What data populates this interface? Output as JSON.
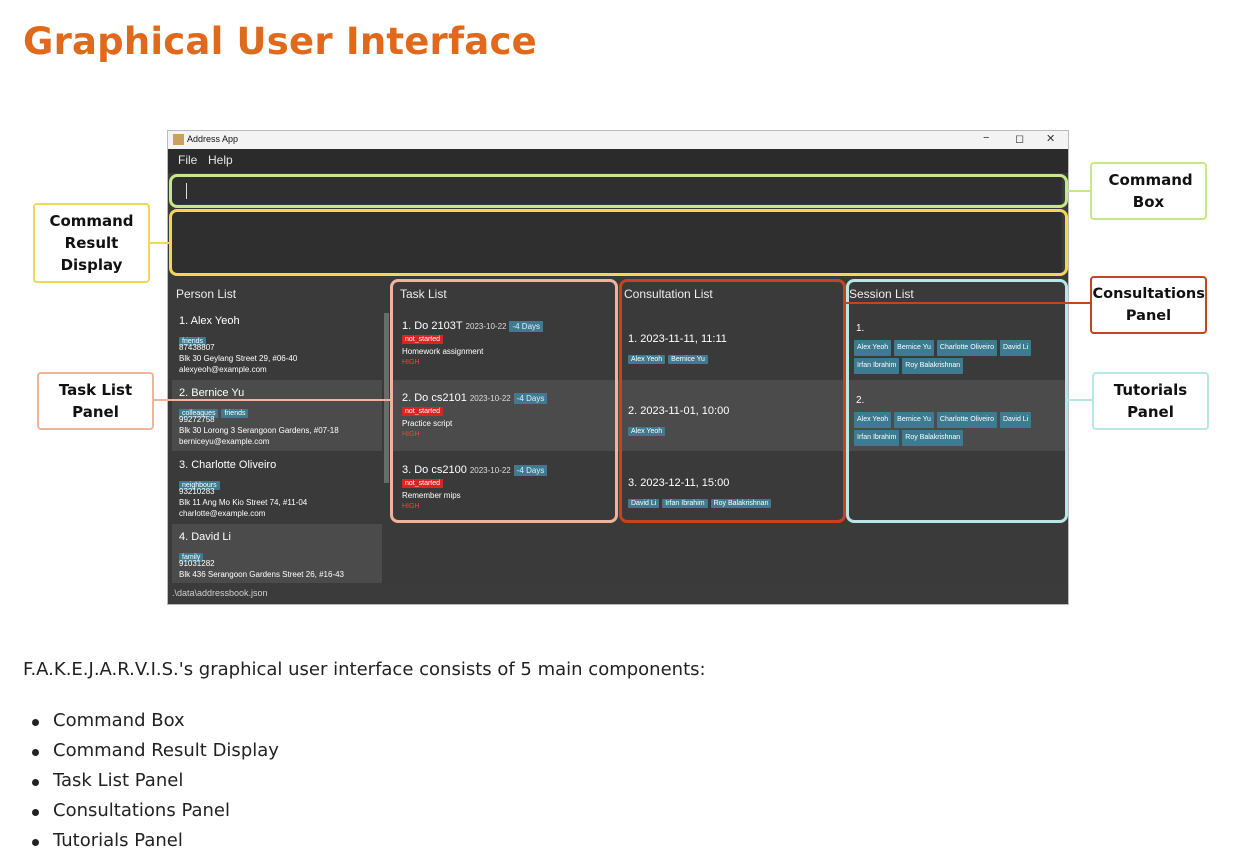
{
  "heading": "Graphical User Interface",
  "app": {
    "title": "Address App",
    "window_controls": {
      "minimize": "−",
      "maximize": "◻",
      "close": "✕"
    },
    "menu": [
      "File",
      "Help"
    ],
    "status_bar": ".\\data\\addressbook.json",
    "columns": {
      "person": "Person List",
      "task": "Task List",
      "consultation": "Consultation List",
      "session": "Session List"
    },
    "persons": [
      {
        "name": "1.  Alex Yeoh",
        "tags": [
          "friends"
        ],
        "phone": "87438807",
        "address": "Blk 30 Geylang Street 29, #06-40",
        "email": "alexyeoh@example.com"
      },
      {
        "name": "2.  Bernice Yu",
        "tags": [
          "colleagues",
          "friends"
        ],
        "phone": "99272758",
        "address": "Blk 30 Lorong 3 Serangoon Gardens, #07-18",
        "email": "berniceyu@example.com"
      },
      {
        "name": "3.  Charlotte Oliveiro",
        "tags": [
          "neighbours"
        ],
        "phone": "93210283",
        "address": "Blk 11 Ang Mo Kio Street 74, #11-04",
        "email": "charlotte@example.com"
      },
      {
        "name": "4.  David Li",
        "tags": [
          "family"
        ],
        "phone": "91031282",
        "address": "Blk 436 Serangoon Gardens Street 26, #16-43",
        "email": ""
      }
    ],
    "tasks": [
      {
        "title": "1.  Do 2103T",
        "date": "2023-10-22",
        "days": "-4 Days",
        "status": "not_started",
        "desc": "Homework assignment",
        "priority": "HIGH"
      },
      {
        "title": "2.  Do cs2101",
        "date": "2023-10-22",
        "days": "-4 Days",
        "status": "not_started",
        "desc": "Practice script",
        "priority": "HIGH"
      },
      {
        "title": "3.  Do cs2100",
        "date": "2023-10-22",
        "days": "-4 Days",
        "status": "not_started",
        "desc": "Remember mips",
        "priority": "HIGH"
      }
    ],
    "consultations": [
      {
        "title": "1.  2023-11-11,  11:11",
        "students": [
          "Alex Yeoh",
          "Bernice Yu"
        ]
      },
      {
        "title": "2.  2023-11-01,  10:00",
        "students": [
          "Alex Yeoh"
        ]
      },
      {
        "title": "3.  2023-12-11,  15:00",
        "students": [
          "David Li",
          "Irfan Ibrahim",
          "Roy Balakrishnan"
        ]
      }
    ],
    "sessions": [
      {
        "title": "1.",
        "students": [
          "Alex Yeoh",
          "Bernice Yu",
          "Charlotte Oliveiro",
          "David Li",
          "Irfan Ibrahim",
          "Roy Balakrishnan"
        ]
      },
      {
        "title": "2.",
        "students": [
          "Alex Yeoh",
          "Bernice Yu",
          "Charlotte Oliveiro",
          "David Li",
          "Irfan Ibrahim",
          "Roy Balakrishnan"
        ]
      }
    ]
  },
  "callouts": {
    "command_box": "Command Box",
    "command_result": "Command Result Display",
    "task_list": "Task List Panel",
    "consultations": "Consultations Panel",
    "tutorials": "Tutorials Panel"
  },
  "colors": {
    "heading": "#e0691b",
    "command_box": "#c5e88a",
    "command_result": "#f0d75a",
    "task_list": "#f0b49a",
    "consultations": "#c7431f",
    "tutorials": "#b7e6e6"
  },
  "description": "F.A.K.E.J.A.R.V.I.S.'s graphical user interface consists of 5 main components:",
  "components": [
    "Command Box",
    "Command Result Display",
    "Task List Panel",
    "Consultations Panel",
    "Tutorials Panel"
  ]
}
